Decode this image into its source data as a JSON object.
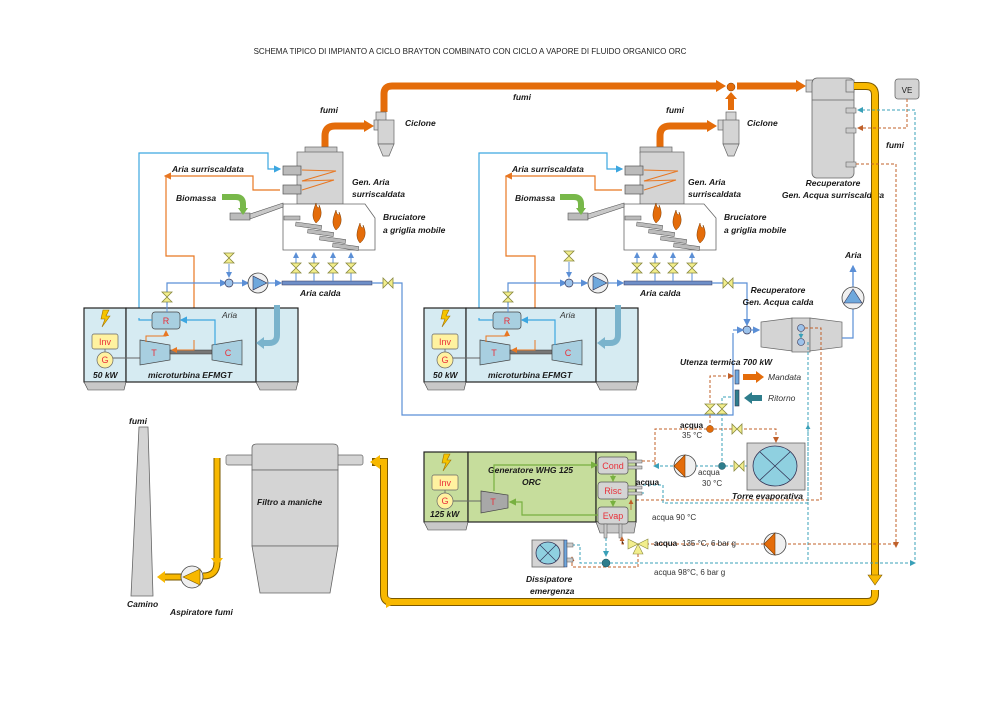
{
  "title": "SCHEMA TIPICO DI IMPIANTO A CICLO BRAYTON COMBINATO CON CICLO A VAPORE DI FLUIDO ORGANICO ORC",
  "colors": {
    "flue_gas_orange": "#e46c0a",
    "hot_water_brown": "#c0602a",
    "cold_water_teal": "#3aa0b8",
    "air_blue": "#3ca6e0",
    "air_line_blue": "#5b8fd6",
    "filtered_gas_yellow": "#f8b800",
    "turbine_box": "#d6ebf2",
    "orc_box": "#c6dd9c",
    "equipment_gray": "#d4d4d4",
    "inverter_yellow": "#fff2a0"
  },
  "units": [
    {
      "fumi_label": "fumi",
      "ciclone_label": "Ciclone",
      "aria_surr_label": "Aria surriscaldata",
      "biomassa_label": "Biomassa",
      "gen_aria_label_1": "Gen. Aria",
      "gen_aria_label_2": "surriscaldata",
      "bruciatore_label_1": "Bruciatore",
      "bruciatore_label_2": "a griglia mobile",
      "aria_calda_label": "Aria calda",
      "aria_label": "Aria",
      "inv_label": "Inv",
      "g_label": "G",
      "t_label": "T",
      "c_label": "C",
      "r_label": "R",
      "power_label": "50 kW",
      "turbine_label": "microturbina EFMGT"
    },
    {
      "fumi_label": "fumi",
      "ciclone_label": "Ciclone",
      "aria_surr_label": "Aria surriscaldata",
      "biomassa_label": "Biomassa",
      "gen_aria_label_1": "Gen. Aria",
      "gen_aria_label_2": "surriscaldata",
      "bruciatore_label_1": "Bruciatore",
      "bruciatore_label_2": "a griglia mobile",
      "aria_calda_label": "Aria calda",
      "aria_label": "Aria",
      "inv_label": "Inv",
      "g_label": "G",
      "t_label": "T",
      "c_label": "C",
      "r_label": "R",
      "power_label": "50 kW",
      "turbine_label": "microturbina EFMGT"
    }
  ],
  "top_flue": {
    "label": "fumi"
  },
  "recuperatore_sup": {
    "label_1": "Recuperatore",
    "label_2": "Gen. Acqua surriscaldata",
    "ve_label": "VE",
    "fumi_label": "fumi"
  },
  "recuperatore_calda": {
    "label_1": "Recuperatore",
    "label_2": "Gen. Acqua calda",
    "aria_label": "Aria"
  },
  "utenza": {
    "label": "Utenza termica 700 kW",
    "mandata_label": "Mandata",
    "ritorno_label": "Ritorno"
  },
  "orc": {
    "title_1": "Generatore  WHG 125",
    "title_2": "ORC",
    "inv_label": "Inv",
    "g_label": "G",
    "t_label": "T",
    "power_label": "125 kW",
    "cond_label": "Cond",
    "risc_label": "Risc",
    "evap_label": "Evap"
  },
  "water_labels": {
    "acqua_35_bold": "acqua",
    "acqua_35_temp": "35 °C",
    "acqua_30_1": "acqua",
    "acqua_30_2": "30 °C",
    "acqua_risc": "acqua",
    "acqua_90": "acqua  90 °C",
    "acqua_135_bold": "acqua",
    "acqua_135_rest": "135 °C, 6 bar g",
    "acqua_98": "acqua  98°C, 6 bar g"
  },
  "torre": {
    "label": "Torre evaporativa"
  },
  "dissipatore": {
    "label_1": "Dissipatore",
    "label_2": "emergenza"
  },
  "filtro": {
    "label": "Filtro a maniche"
  },
  "camino": {
    "label": "Camino",
    "fumi_label": "fumi"
  },
  "aspiratore": {
    "label": "Aspiratore fumi"
  }
}
